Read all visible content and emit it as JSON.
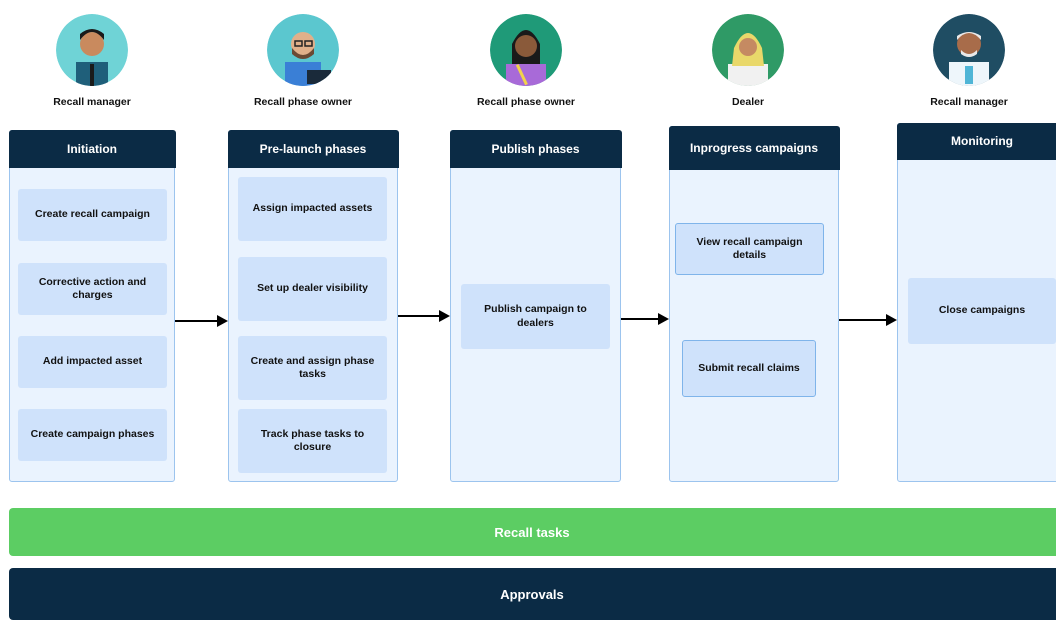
{
  "personas": [
    {
      "role": "Recall manager",
      "icon": "recall-manager-avatar-icon",
      "bg": "#6fd3d6"
    },
    {
      "role": "Recall phase owner",
      "icon": "phase-owner-avatar-icon",
      "bg": "#5bc7cf"
    },
    {
      "role": "Recall phase owner",
      "icon": "phase-owner-avatar-icon",
      "bg": "#1f9a78"
    },
    {
      "role": "Dealer",
      "icon": "dealer-avatar-icon",
      "bg": "#2f9a66"
    },
    {
      "role": "Recall manager",
      "icon": "recall-manager-avatar-icon",
      "bg": "#1f4d63"
    }
  ],
  "columns": [
    {
      "title": "Initiation",
      "tasks": [
        "Create recall campaign",
        "Corrective action and charges",
        "Add impacted asset",
        "Create campaign phases"
      ]
    },
    {
      "title": "Pre-launch phases",
      "tasks": [
        "Assign impacted assets",
        "Set up dealer visibility",
        "Create and assign phase tasks",
        "Track phase tasks to closure"
      ]
    },
    {
      "title": "Publish phases",
      "tasks": [
        "Publish campaign to dealers"
      ]
    },
    {
      "title": "Inprogress campaigns",
      "tasks": [
        "View recall campaign details",
        "Submit recall claims"
      ]
    },
    {
      "title": "Monitoring",
      "tasks": [
        "Close campaigns"
      ]
    }
  ],
  "bands": {
    "recall_tasks": "Recall tasks",
    "approvals": "Approvals"
  },
  "colors": {
    "header": "#0b2b45",
    "column_bg": "#eaf3fe",
    "task_bg": "#cfe2fb",
    "recall_tasks_band": "#5ccd63",
    "approvals_band": "#0b2b45"
  }
}
